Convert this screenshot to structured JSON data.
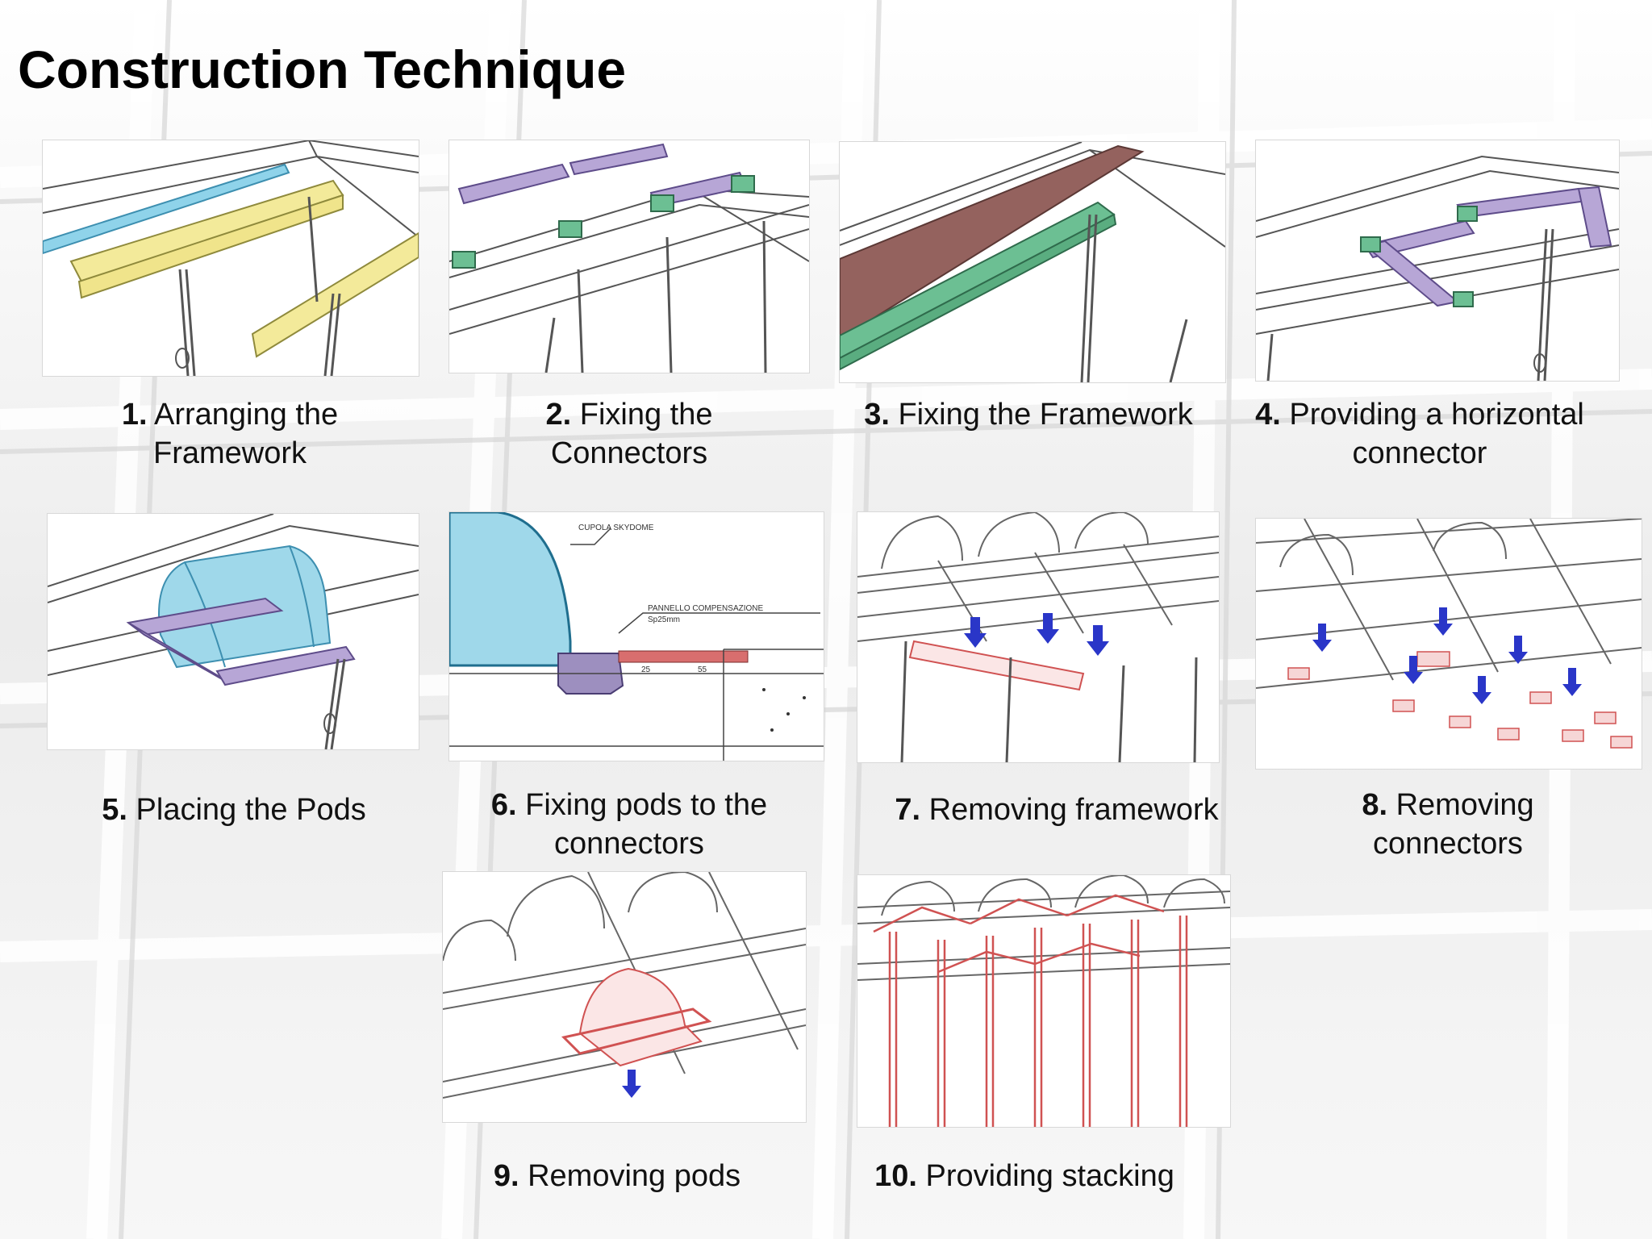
{
  "slide": {
    "title": "Construction Technique"
  },
  "steps": [
    {
      "num": "1.",
      "line1": "Arranging the",
      "line2": "Framework"
    },
    {
      "num": "2.",
      "line1": "Fixing the",
      "line2": "Connectors"
    },
    {
      "num": "3.",
      "line1": "Fixing the Framework",
      "line2": ""
    },
    {
      "num": "4.",
      "line1": "Providing a horizontal",
      "line2": "connector"
    },
    {
      "num": "5.",
      "line1": "Placing the Pods",
      "line2": ""
    },
    {
      "num": "6.",
      "line1": "Fixing pods to the",
      "line2": "connectors"
    },
    {
      "num": "7.",
      "line1": "Removing framework",
      "line2": ""
    },
    {
      "num": "8.",
      "line1": "Removing",
      "line2": "connectors"
    },
    {
      "num": "9.",
      "line1": "Removing pods",
      "line2": ""
    },
    {
      "num": "10.",
      "line1": "Providing stacking",
      "line2": ""
    }
  ],
  "drawing_labels": {
    "dome": "CUPOLA SKYDOME",
    "panel": "PANNELLO COMPENSAZIONE",
    "panel_size": "Sp25mm",
    "dim_a": "25",
    "dim_b": "55"
  },
  "colors": {
    "framework_yellow": "#f3ea9a",
    "rail_blue": "#8fd3ea",
    "connector_purple": "#b7a6d6",
    "connector_green": "#6cbf93",
    "board_brown": "#94625e",
    "pod_blue": "#9fd8ea",
    "removal_red": "#e46a6a",
    "arrow_blue": "#2a36c8"
  }
}
